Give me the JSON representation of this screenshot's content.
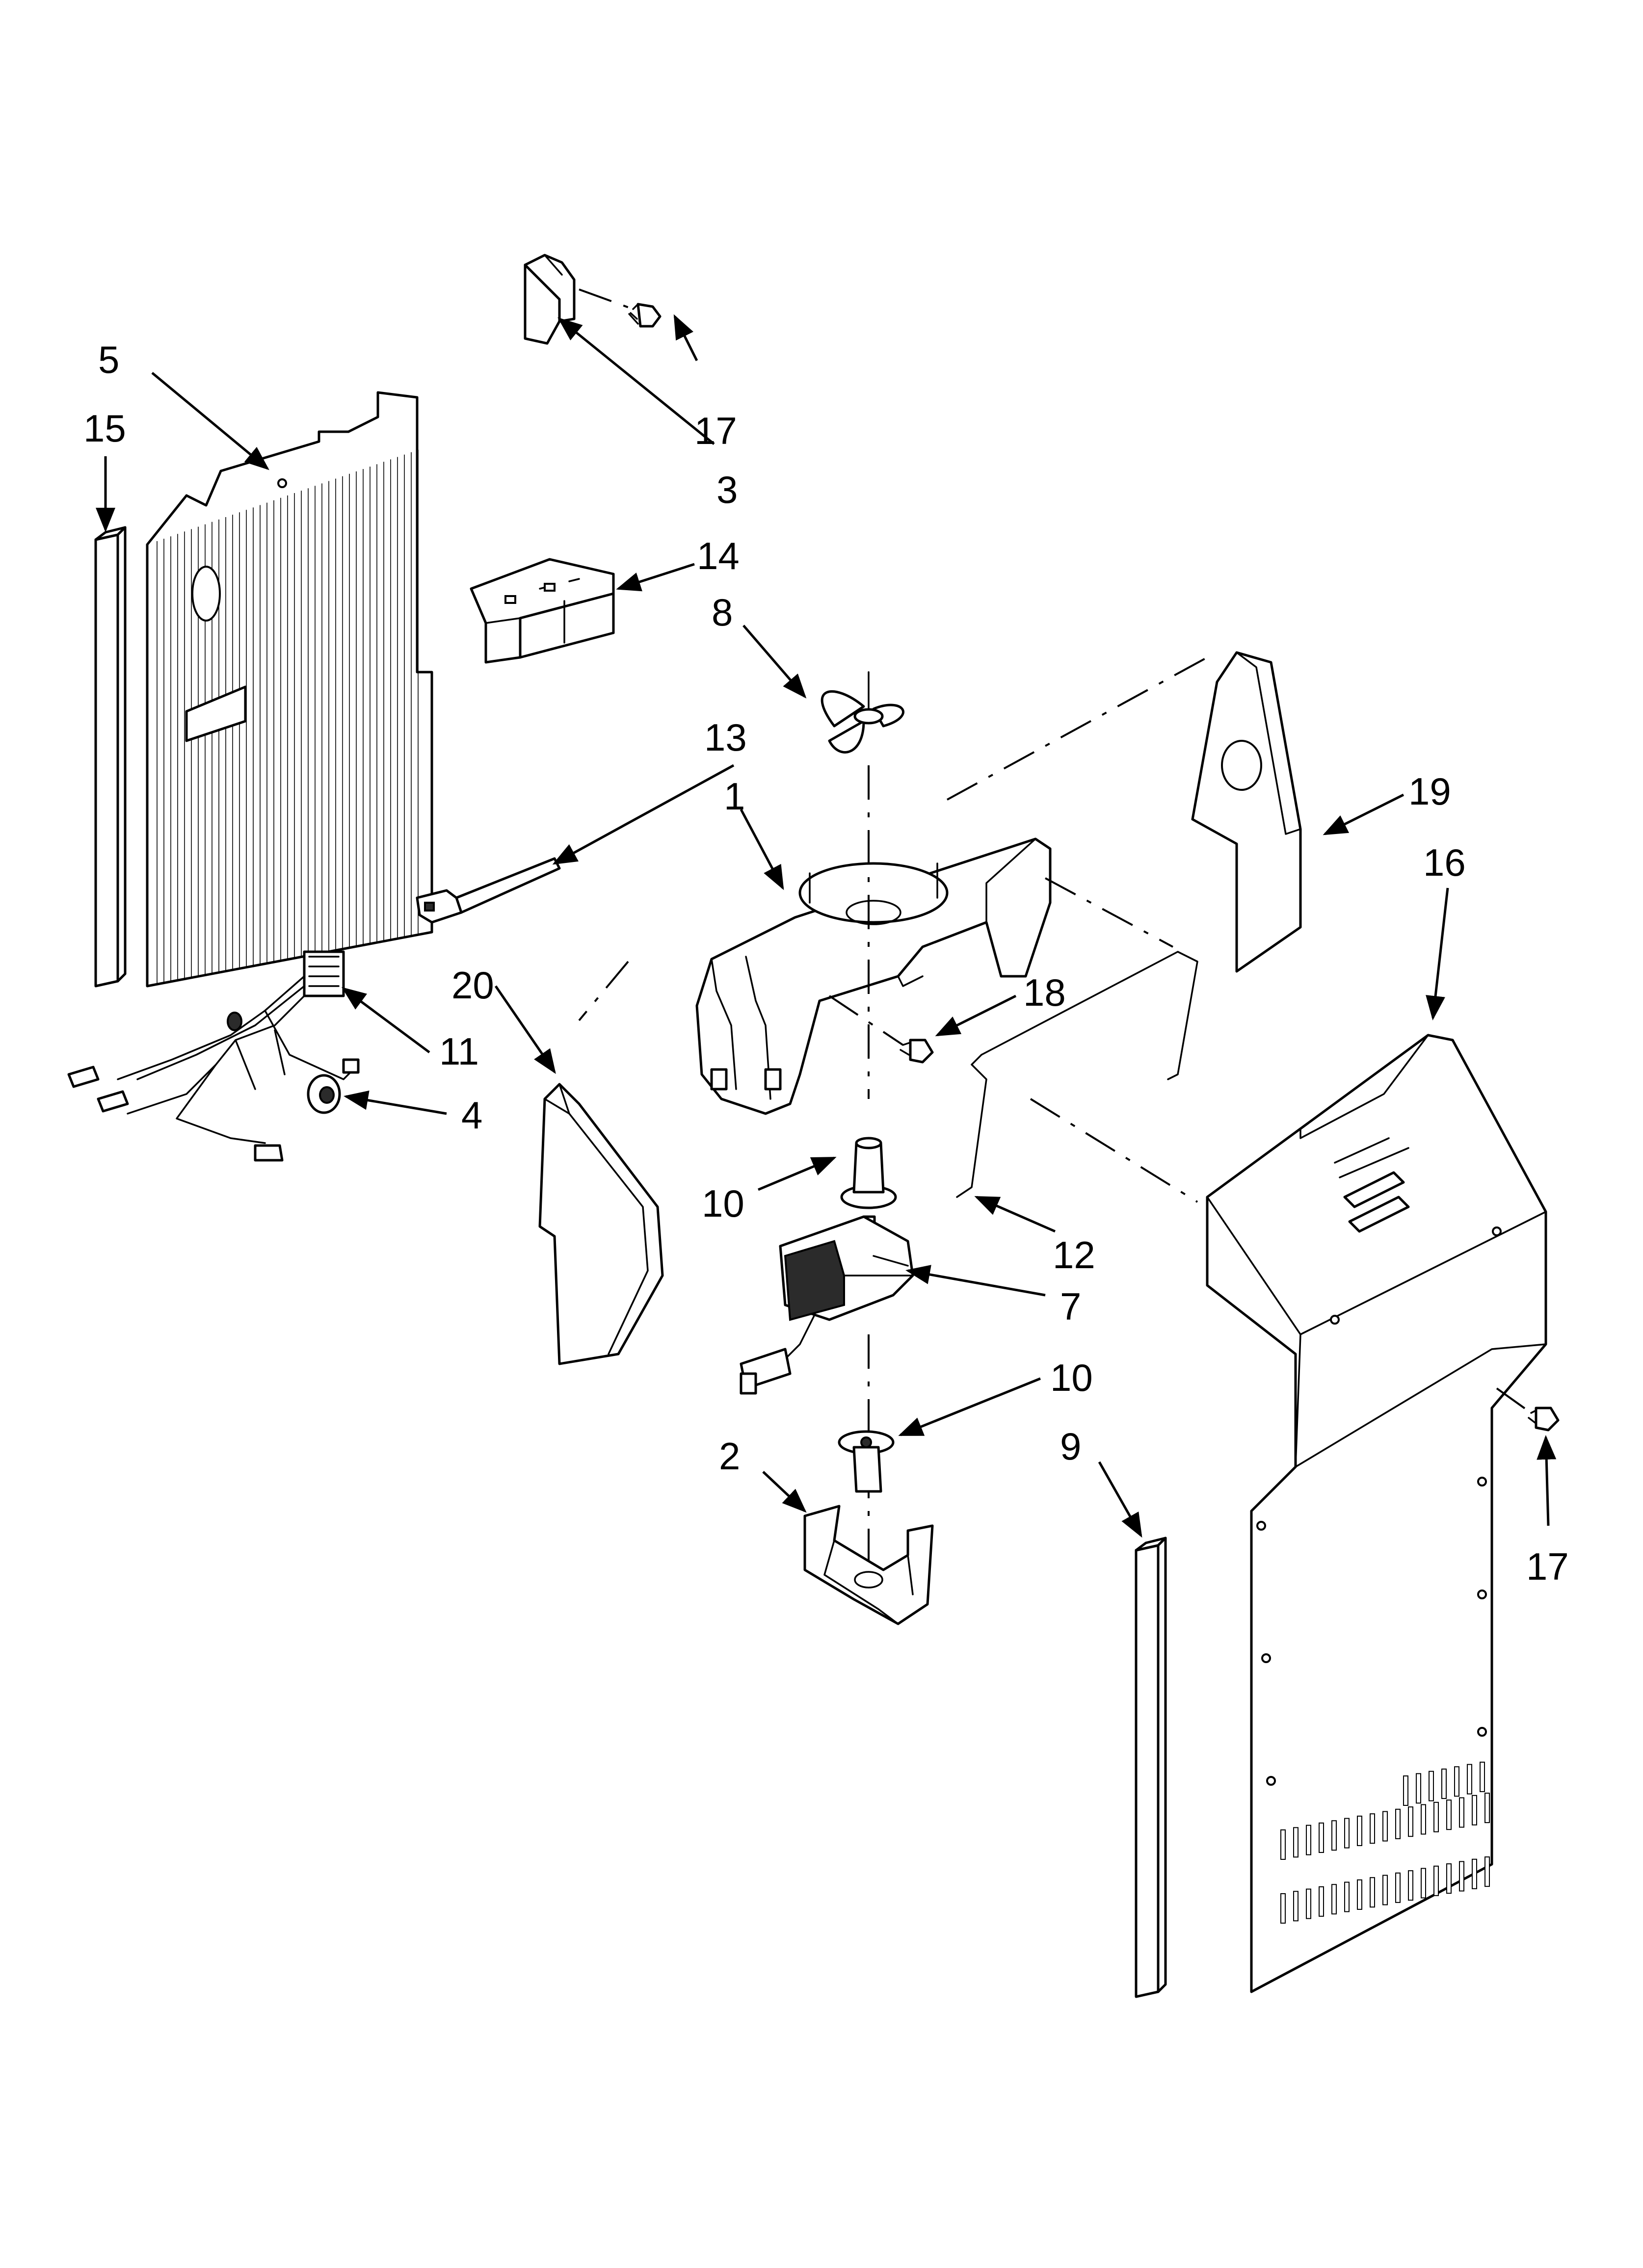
{
  "callouts": {
    "c1": "1",
    "c2": "2",
    "c3": "3",
    "c4": "4",
    "c5": "5",
    "c7": "7",
    "c8": "8",
    "c9": "9",
    "c10a": "10",
    "c10b": "10",
    "c11": "11",
    "c12": "12",
    "c13": "13",
    "c14": "14",
    "c15": "15",
    "c16": "16",
    "c17a": "17",
    "c17b": "17",
    "c18": "18",
    "c19": "19",
    "c20": "20"
  },
  "colors": {
    "line": "#000000",
    "fill": "#ffffff",
    "motor": "#2b2b2b"
  }
}
